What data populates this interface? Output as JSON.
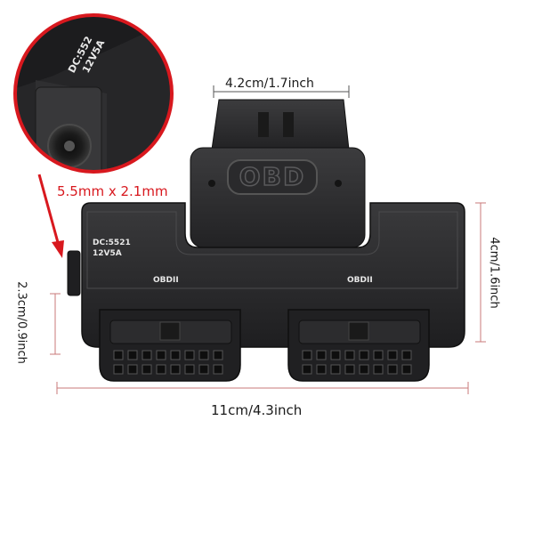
{
  "dimensions": {
    "width_top": "4.2cm/1.7inch",
    "height_right": "4cm/1.6inch",
    "height_left": "2.3cm/0.9inch",
    "length_bottom": "11cm/4.3inch",
    "dc_jack": "5.5mm x 2.1mm"
  },
  "device": {
    "top_connector_label": "OBD",
    "dc_label_line1": "DC:5521",
    "dc_label_line2": "12V5A",
    "port_left_label": "OBDII",
    "port_right_label": "OBDII"
  },
  "inset": {
    "line1": "DC:552",
    "line2": "12V5A"
  },
  "colors": {
    "body": "#2b2b2d",
    "accent_red": "#d8181e",
    "dimension_line": "#c97a7a"
  }
}
